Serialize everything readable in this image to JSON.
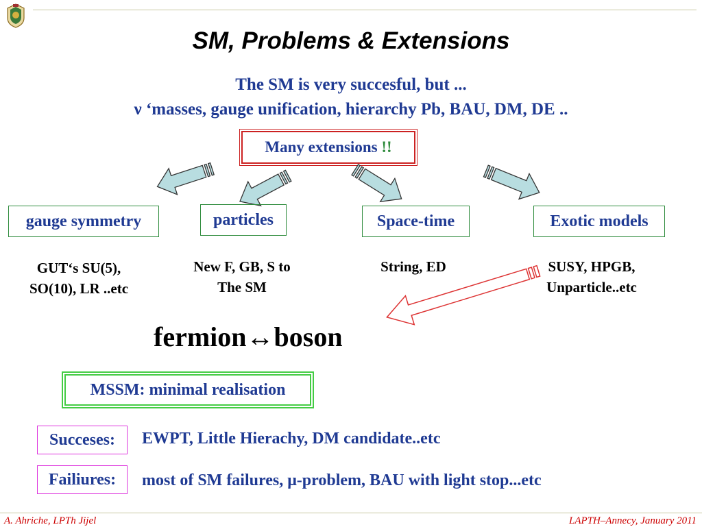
{
  "title": "SM, Problems & Extensions",
  "subtitle_line1": "The SM is very succesful, but ...",
  "subtitle_line2": "ν ‘masses, gauge unification, hierarchy Pb, BAU, DM, DE ..",
  "center_box": {
    "label": "Many extensions",
    "emph": "!!"
  },
  "categories": [
    {
      "label": "gauge symmetry",
      "details": [
        "GUT‘s SU(5),",
        "SO(10), LR ..etc"
      ]
    },
    {
      "label": "particles",
      "details": [
        "New F, GB, S to",
        "The SM"
      ]
    },
    {
      "label": "Space-time",
      "details": [
        "String, ED"
      ]
    },
    {
      "label": "Exotic models",
      "details": [
        "SUSY, HPGB,",
        "Unparticle..etc"
      ]
    }
  ],
  "fermion_boson": "fermion↔boson",
  "mssm_box": "MSSM: minimal realisation",
  "successes": {
    "label": "Succeses:",
    "text": "EWPT, Little Hierachy, DM candidate..etc"
  },
  "failures": {
    "label": "Failiures:",
    "text": "most of SM failures, μ-problem, BAU with light stop...etc"
  },
  "footer": {
    "left": "A. Ahriche, LPTh Jijel",
    "right": "LAPTH–Annecy, January 2011"
  },
  "colors": {
    "blue_text": "#1f3a93",
    "box_green": "#2e8b3c",
    "red": "#cc2222",
    "arrow_fill": "#b8dde0",
    "magenta": "#dd33dd"
  }
}
